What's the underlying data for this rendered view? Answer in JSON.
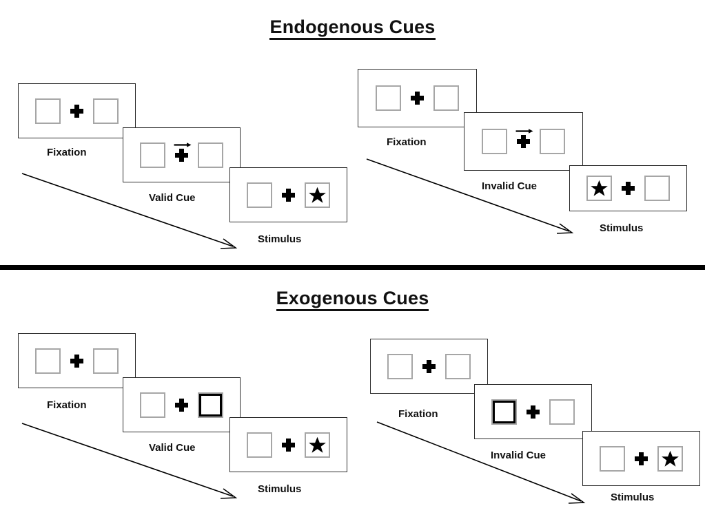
{
  "sections": [
    {
      "id": "endogenous",
      "title": "Endogenous Cues",
      "sequences": [
        {
          "id": "endogenous-valid",
          "cue_type": "arrow",
          "steps": [
            {
              "label": "Fixation",
              "left_box": "empty",
              "right_box": "empty",
              "cue": "none"
            },
            {
              "label": "Valid Cue",
              "left_box": "empty",
              "right_box": "empty",
              "cue": "arrow-right"
            },
            {
              "label": "Stimulus",
              "left_box": "empty",
              "right_box": "star",
              "cue": "none"
            }
          ]
        },
        {
          "id": "endogenous-invalid",
          "cue_type": "arrow",
          "steps": [
            {
              "label": "Fixation",
              "left_box": "empty",
              "right_box": "empty",
              "cue": "none"
            },
            {
              "label": "Invalid Cue",
              "left_box": "empty",
              "right_box": "empty",
              "cue": "arrow-right"
            },
            {
              "label": "Stimulus",
              "left_box": "star",
              "right_box": "empty",
              "cue": "none"
            }
          ]
        }
      ]
    },
    {
      "id": "exogenous",
      "title": "Exogenous Cues",
      "sequences": [
        {
          "id": "exogenous-valid",
          "cue_type": "peripheral-box",
          "steps": [
            {
              "label": "Fixation",
              "left_box": "empty",
              "right_box": "empty",
              "cue": "none"
            },
            {
              "label": "Valid Cue",
              "left_box": "empty",
              "right_box": "thick",
              "cue": "none"
            },
            {
              "label": "Stimulus",
              "left_box": "empty",
              "right_box": "star",
              "cue": "none"
            }
          ]
        },
        {
          "id": "exogenous-invalid",
          "cue_type": "peripheral-box",
          "steps": [
            {
              "label": "Fixation",
              "left_box": "empty",
              "right_box": "empty",
              "cue": "none"
            },
            {
              "label": "Invalid Cue",
              "left_box": "thick",
              "right_box": "empty",
              "cue": "none"
            },
            {
              "label": "Stimulus",
              "left_box": "empty",
              "right_box": "star",
              "cue": "none"
            }
          ]
        }
      ]
    }
  ],
  "labels": {
    "fixation": "Fixation",
    "valid_cue": "Valid Cue",
    "invalid_cue": "Invalid Cue",
    "stimulus": "Stimulus"
  },
  "colors": {
    "text": "#111111",
    "card_border": "#2b2b2b",
    "box_border": "#a6a6a6",
    "cue_box_border": "#000000",
    "star_fill": "#000000",
    "divider": "#000000",
    "background": "#ffffff"
  },
  "icons": {
    "fixation_cross": "plus-icon",
    "cue_arrow": "arrow-right-icon",
    "target": "star-icon",
    "time_flow": "diagonal-arrow-icon"
  }
}
